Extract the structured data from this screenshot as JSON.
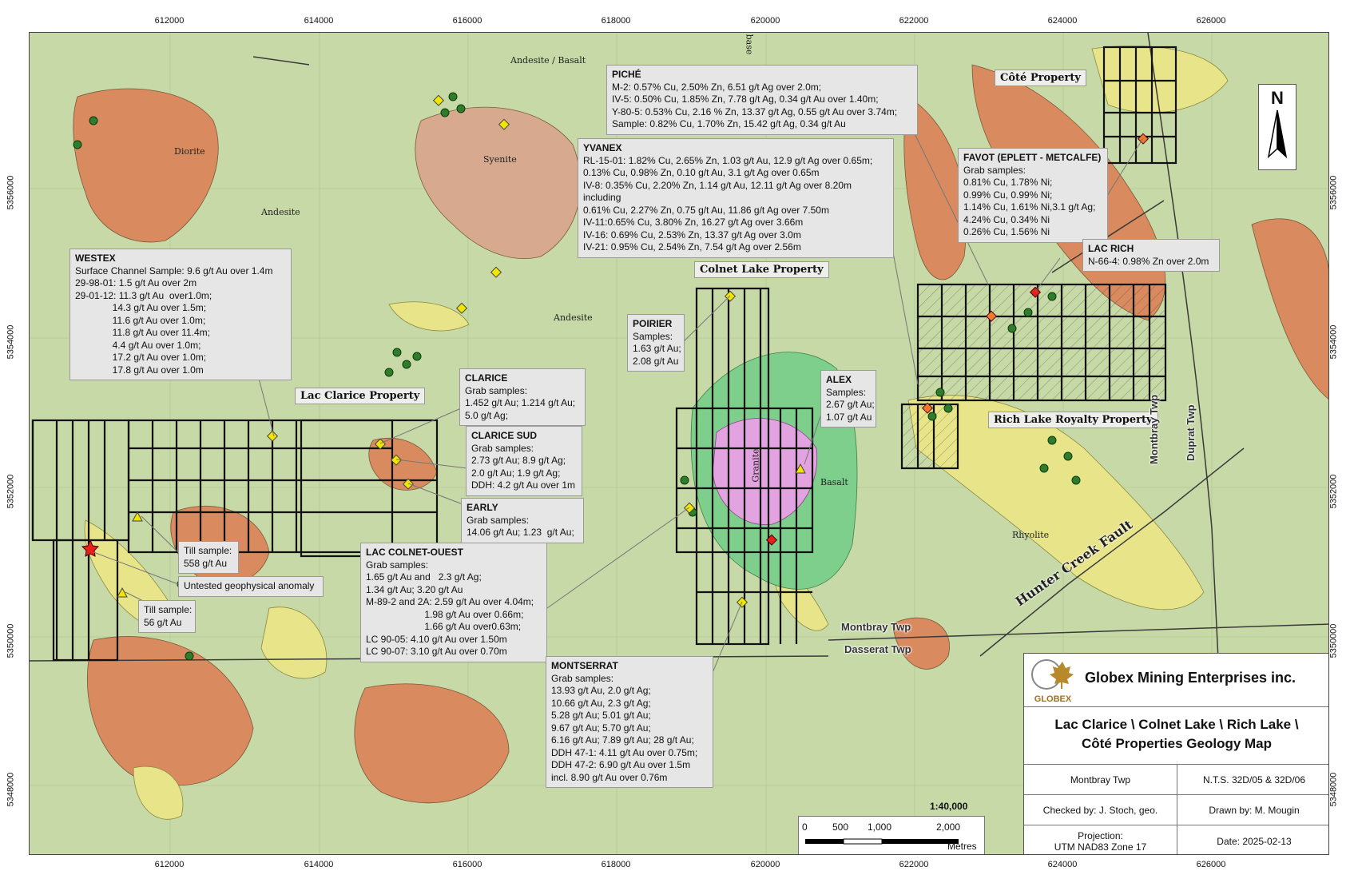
{
  "axes": {
    "x_ticks": [
      "612000",
      "614000",
      "616000",
      "618000",
      "620000",
      "622000",
      "624000",
      "626000"
    ],
    "y_ticks": [
      "5356000",
      "5354000",
      "5352000",
      "5350000",
      "5348000"
    ]
  },
  "properties": {
    "lac_clarice": "Lac Clarice Property",
    "colnet_lake": "Colnet Lake Property",
    "rich_lake": "Rich Lake Royalty Property",
    "cote": "Côté Property"
  },
  "units": {
    "andesite_basalt": "Andesite / Basalt",
    "diorite": "Diorite",
    "syenite": "Syenite",
    "andesite1": "Andesite",
    "andesite2": "Andesite",
    "granite": "Granite",
    "basalt": "Basalt",
    "rhyolite": "Rhyolite",
    "basalt_fragment": "base"
  },
  "townships": {
    "montbray_h": "Montbray Twp",
    "dasserat": "Dasserat Twp",
    "montbray_v": "Montbray Twp",
    "duprat": "Duprat Twp"
  },
  "fault_label": "Hunter Creek Fault",
  "callouts": {
    "piche": {
      "title": "PICHÉ",
      "lines": [
        "M-2: 0.57% Cu, 2.50% Zn, 6.51 g/t Ag over 2.0m;",
        "IV-5: 0.50% Cu, 1.85% Zn, 7.78 g/t Ag, 0.34 g/t Au over 1.40m;",
        "Y-80-5: 0.53% Cu, 2.16 % Zn, 13.37 g/t Ag, 0.55 g/t Au over 3.74m;",
        "Sample: 0.82% Cu, 1.70% Zn, 15.42 g/t Ag, 0.34 g/t Au"
      ]
    },
    "yvanex": {
      "title": "YVANEX",
      "lines": [
        "RL-15-01: 1.82% Cu, 2.65% Zn, 1.03 g/t Au, 12.9 g/t Ag over 0.65m;",
        "0.13% Cu, 0.98% Zn, 0.10 g/t Au, 3.1 g/t Ag over 0.65m",
        "IV-8: 0.35% Cu, 2.20% Zn, 1.14 g/t Au, 12.11 g/t Ag over 8.20m",
        "including",
        "0.61% Cu, 2.27% Zn, 0.75 g/t Au, 11.86 g/t Ag over 7.50m",
        "IV-11:0.65% Cu, 3.80% Zn, 16.27 g/t Ag over 3.66m",
        "IV-16: 0.69% Cu, 2.53% Zn, 13.37 g/t Ag over 3.0m",
        "IV-21: 0.95% Cu, 2.54% Zn, 7.54 g/t Ag over 2.56m"
      ]
    },
    "favot": {
      "title": "FAVOT (EPLETT - METCALFE)",
      "lines": [
        "Grab samples:",
        "0.81% Cu, 1.78% Ni;",
        "0.99% Cu, 0.99% Ni;",
        "1.14% Cu, 1.61% Ni,3.1 g/t Ag;",
        "4.24% Cu, 0.34% Ni",
        "0.26% Cu, 1.56% Ni"
      ]
    },
    "lac_rich": {
      "title": "LAC RICH",
      "lines": [
        "N-66-4: 0.98% Zn over 2.0m"
      ]
    },
    "westex": {
      "title": "WESTEX",
      "lines": [
        "Surface Channel Sample: 9.6 g/t Au over 1.4m",
        "29-98-01: 1.5 g/t Au over 2m",
        "29-01-12: 11.3 g/t Au  over1.0m;",
        "              14.3 g/t Au over 1.5m;",
        "              11.6 g/t Au over 1.0m;",
        "              11.8 g/t Au over 11.4m;",
        "              4.4 g/t Au over 1.0m;",
        "              17.2 g/t Au over 1.0m;",
        "              17.8 g/t Au over 1.0m"
      ]
    },
    "clarice": {
      "title": "CLARICE",
      "lines": [
        "Grab samples:",
        "1.452 g/t Au; 1.214 g/t Au;",
        "5.0 g/t Ag;"
      ]
    },
    "clarice_sud": {
      "title": "CLARICE SUD",
      "lines": [
        "Grab samples:",
        "2.73 g/t Au; 8.9 g/t Ag;",
        "2.0 g/t Au; 1.9 g/t Ag;",
        "DDH: 4.2 g/t Au over 1m"
      ]
    },
    "early": {
      "title": "EARLY",
      "lines": [
        "Grab samples:",
        "14.06 g/t Au; 1.23  g/t Au;"
      ]
    },
    "poirier": {
      "title": "POIRIER",
      "lines": [
        "Samples:",
        "1.63 g/t Au;",
        "2.08 g/t Au"
      ]
    },
    "alex": {
      "title": "ALEX",
      "lines": [
        "Samples:",
        "2.67 g/t Au;",
        "1.07 g/t Au"
      ]
    },
    "lac_colnet_ouest": {
      "title": "LAC COLNET-OUEST",
      "lines": [
        "Grab samples:",
        "1.65 g/t Au and   2.3 g/t Ag;",
        "1.34 g/t Au; 3.20 g/t Au",
        "M-89-2 and 2A: 2.59 g/t Au over 4.04m;",
        "                      1.98 g/t Au over 0.66m;",
        "                      1.66 g/t Au over0.63m;",
        "LC 90-05: 4.10 g/t Au over 1.50m",
        "LC 90-07: 3.10 g/t Au over 0.70m"
      ]
    },
    "montserrat": {
      "title": "MONTSERRAT",
      "lines": [
        "Grab samples:",
        "13.93 g/t Au, 2.0 g/t Ag;",
        "10.66 g/t Au, 2.3 g/t Ag;",
        "5.28 g/t Au; 5.01 g/t Au;",
        "9.67 g/t Au; 5.70 g/t Au;",
        "6.16 g/t Au; 7.89 g/t Au; 28 g/t Au;",
        "DDH 47-1: 4.11 g/t Au over 0.75m;",
        "DDH 47-2: 6.90 g/t Au over 1.5m",
        "incl. 8.90 g/t Au over 0.76m"
      ]
    },
    "till1": {
      "title": "",
      "lines": [
        "Till sample:",
        "558 g/t Au"
      ]
    },
    "till2": {
      "title": "",
      "lines": [
        "Till sample:",
        "56 g/t Au"
      ]
    },
    "geo_anomaly": {
      "title": "",
      "lines": [
        "Untested geophysical anomaly"
      ]
    }
  },
  "north_arrow": "N",
  "scale": {
    "ratio": "1:40,000",
    "labels": [
      "0",
      "500",
      "1,000",
      "2,000"
    ],
    "unit": "Metres"
  },
  "title_block": {
    "company": "Globex Mining Enterprises inc.",
    "logo_text": "GLOBEX",
    "map_title_1": "Lac Clarice \\ Colnet Lake \\ Rich Lake \\",
    "map_title_2": "Côté Properties Geology Map",
    "township": "Montbray Twp",
    "nts": "N.T.S. 32D/05 & 32D/06",
    "checked_by": "Checked by: J. Stoch, geo.",
    "drawn_by": "Drawn by: M. Mougin",
    "projection_1": "Projection:",
    "projection_2": "UTM NAD83 Zone 17",
    "date": "Date: 2025-02-13"
  },
  "colors": {
    "background_mafic": "#c6d9a6",
    "intrusive_orange": "#d98a5e",
    "syenite_pink": "#d7a98f",
    "felsic_yellow": "#e8e48a",
    "granite_magenta": "#e3a3e0",
    "green_halo": "#7fcf8c",
    "callout_gray": "#e6e6e6"
  }
}
